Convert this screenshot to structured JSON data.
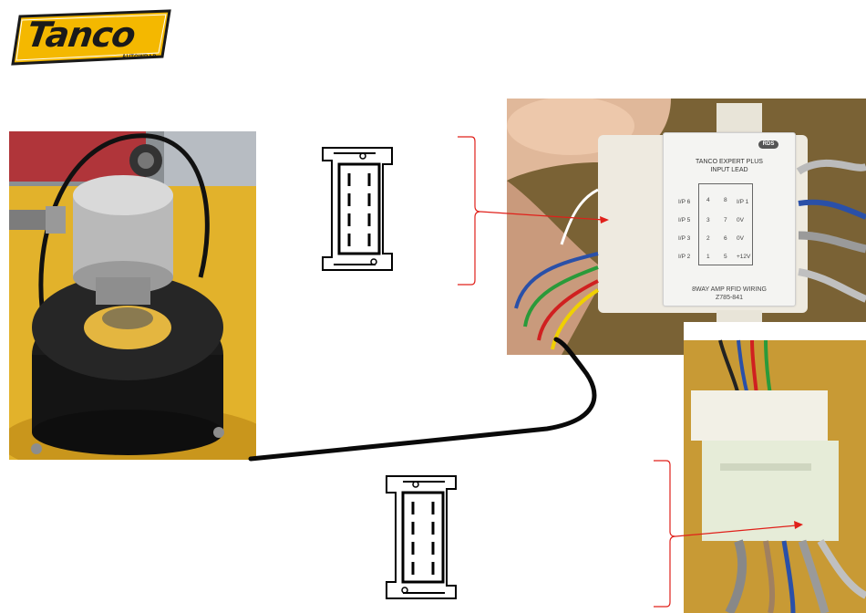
{
  "logo": {
    "brand": "Tanco",
    "tagline": "AUTOWRAP",
    "colors": {
      "fill": "#f4b800",
      "outline": "#1a1a1a"
    }
  },
  "connector_label": {
    "brand_badge": "RDS",
    "title_line1": "TANCO EXPERT PLUS",
    "title_line2": "INPUT LEAD",
    "pins_left": [
      "I/P 6",
      "I/P 5",
      "I/P 3",
      "I/P 2"
    ],
    "pins_right": [
      "I/P 1",
      "0V",
      "0V",
      "+12V"
    ],
    "pin_numbers_left": [
      "4",
      "3",
      "2",
      "1"
    ],
    "pin_numbers_right": [
      "8",
      "7",
      "6",
      "5"
    ],
    "footer_line1": "8WAY AMP RFID WIRING",
    "footer_line2": "Z785-841"
  },
  "colors": {
    "arrow": "#e0201a",
    "bracket": "#e0201a",
    "cable": "#0a0a0a",
    "sensor_body": "#b8b8b8",
    "yellow_machine": "#e0b42a"
  }
}
